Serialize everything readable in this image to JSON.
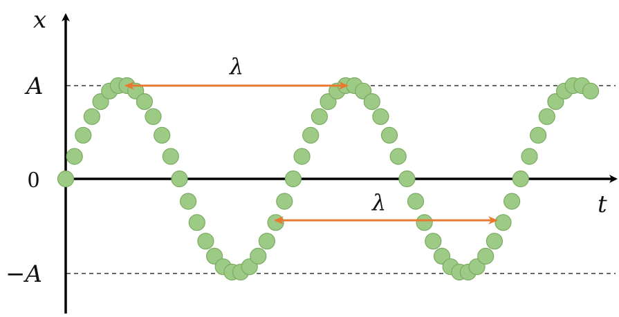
{
  "diagram": {
    "axis_labels": {
      "vertical": "x",
      "horizontal": "t"
    },
    "tick_labels": {
      "top": "A",
      "zero": "0",
      "bottom": "−A"
    },
    "annotations": {
      "upper_wavelength": "λ",
      "lower_wavelength": "λ"
    },
    "wave": {
      "amplitude": 1,
      "period_points": 26,
      "total_points": 61,
      "start_phase": 0
    },
    "colors": {
      "dot_fill": "#9DCB86",
      "dot_stroke": "#79AA60",
      "arrow": "#E8792F",
      "axis": "#000000",
      "dashed": "#333333"
    }
  }
}
